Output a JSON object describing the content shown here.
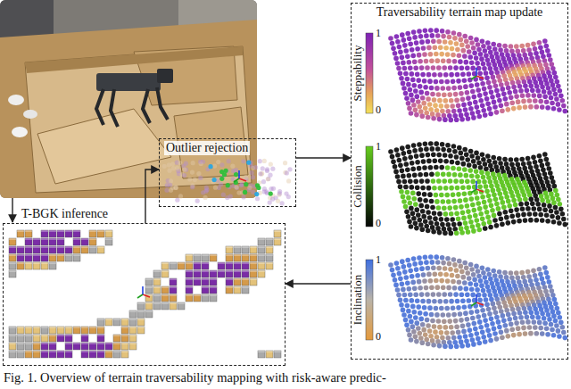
{
  "diagram": {
    "caption": "Fig. 1. Overview of terrain traversability mapping with risk-aware predic-",
    "nodes": [
      {
        "text": [
          "T-BGK inference"
        ]
      },
      {
        "text": [
          "Outlier rejection"
        ]
      },
      {
        "text": [
          "Traversability terrain map update"
        ]
      }
    ],
    "edges": [
      {
        "from": 0,
        "to": 1,
        "arrow": "to"
      },
      {
        "from": 1,
        "to": 2,
        "arrow": "to"
      },
      {
        "from": 2,
        "to": 0,
        "arrow": "to"
      }
    ],
    "labels": [
      "Steppability",
      "1",
      "0",
      "Collision",
      "1",
      "0",
      "Inclination",
      "1",
      "0"
    ]
  }
}
